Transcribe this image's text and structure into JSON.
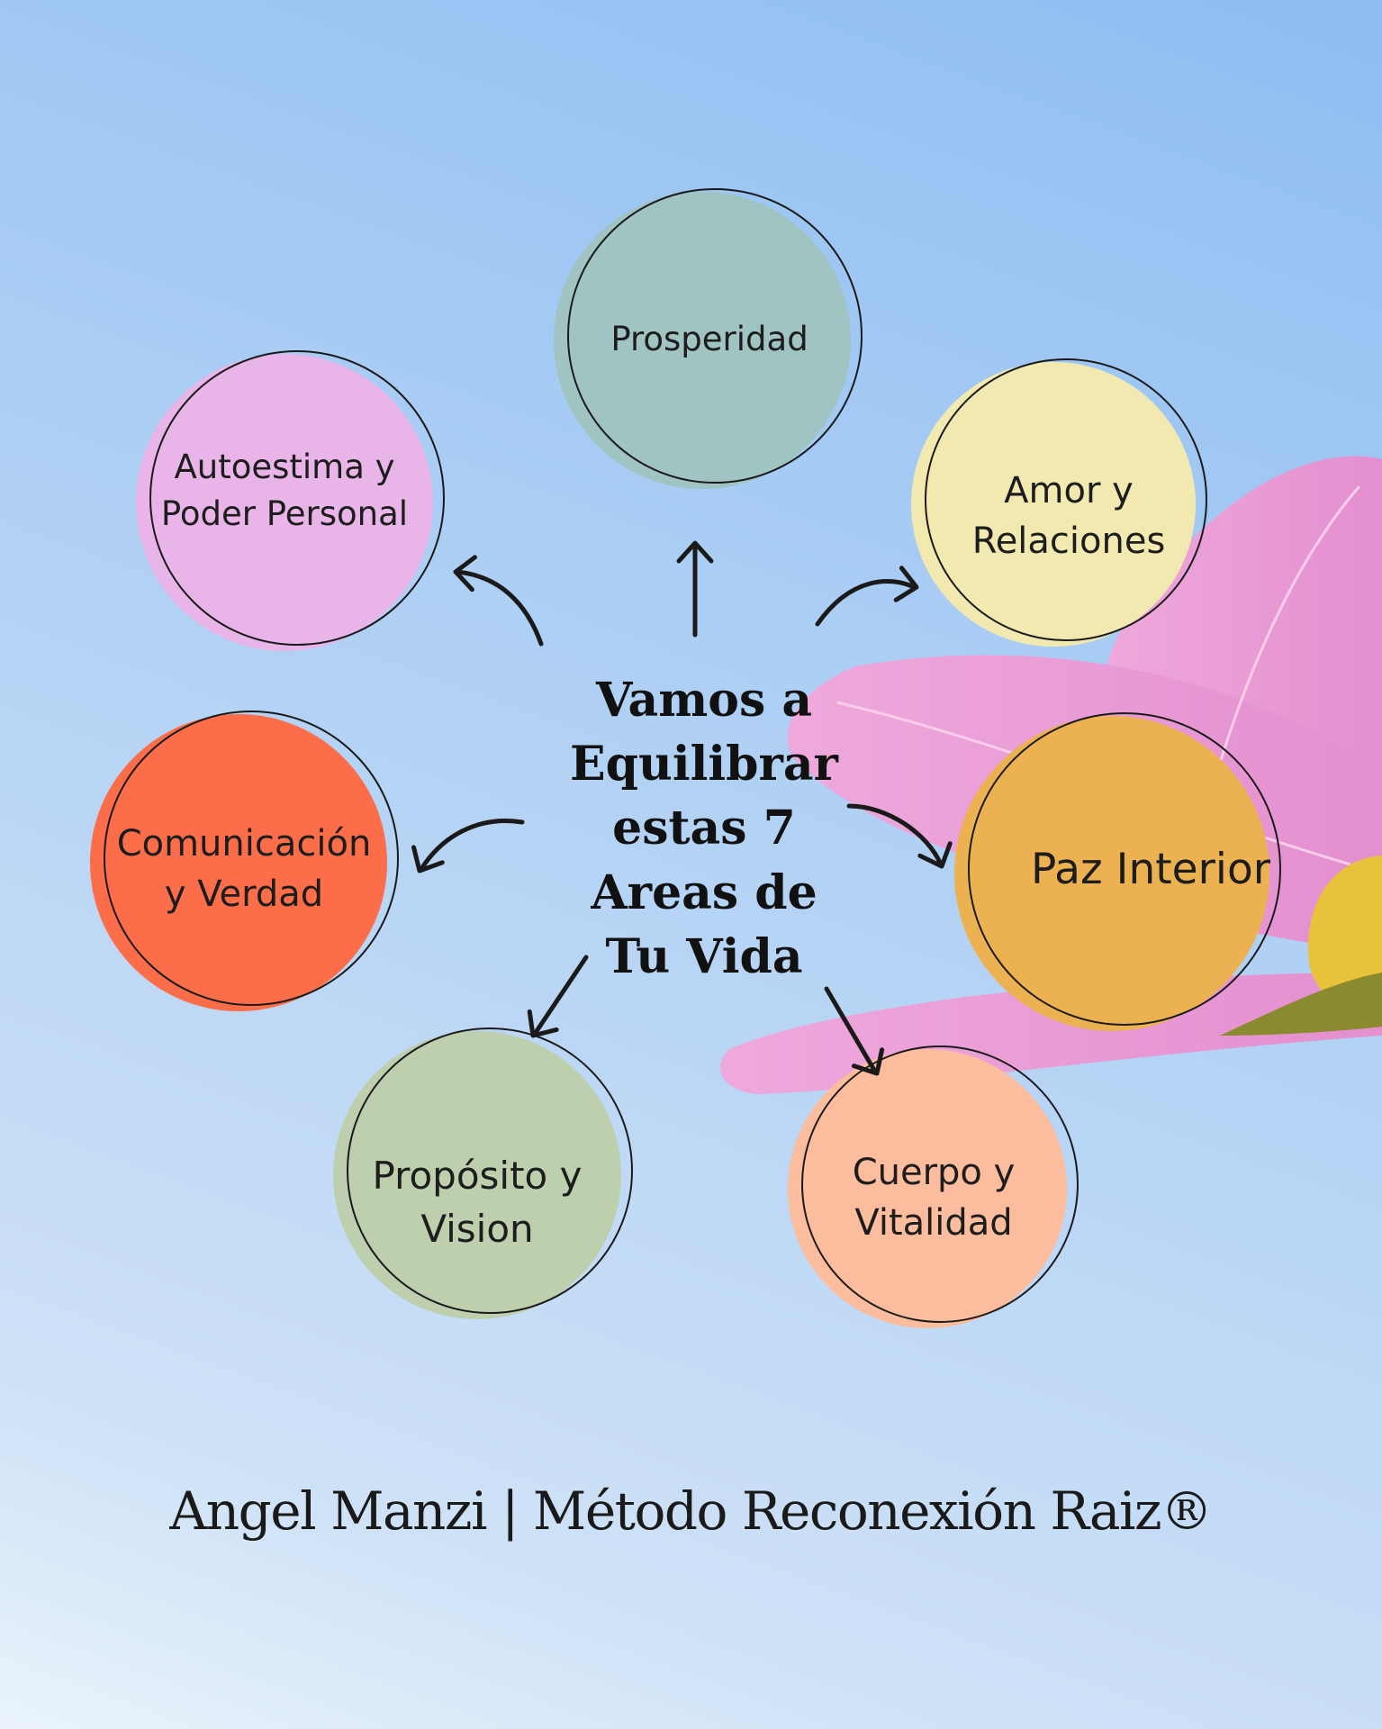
{
  "title_lines": [
    "Vamos a",
    "Equilibrar",
    "estas 7",
    "Areas de",
    "Tu Vida"
  ],
  "areas": [
    {
      "id": "prosperidad",
      "lines": [
        "Prosperidad"
      ],
      "color": "#9fc4c2"
    },
    {
      "id": "amor",
      "lines": [
        "Amor y",
        "Relaciones"
      ],
      "color": "#f2e9b1"
    },
    {
      "id": "paz",
      "lines": [
        "Paz Interior"
      ],
      "color": "#ecb252"
    },
    {
      "id": "cuerpo",
      "lines": [
        "Cuerpo y",
        "Vitalidad"
      ],
      "color": "#fbbd9d"
    },
    {
      "id": "proposito",
      "lines": [
        "Propósito y",
        "Vision"
      ],
      "color": "#bdcfad"
    },
    {
      "id": "comunicacion",
      "lines": [
        "Comunicación",
        "y Verdad"
      ],
      "color": "#fc6d4a"
    },
    {
      "id": "autoestima",
      "lines": [
        "Autoestima y",
        "Poder Personal"
      ],
      "color": "#e9b5e8"
    }
  ],
  "footer": "Angel Manzi | Método Reconexión Raiz®",
  "colors": {
    "outline": "#1a1a1a",
    "petal": "#ea9fd6",
    "center": "#e8c23a",
    "sepal": "#8a8a2e"
  }
}
